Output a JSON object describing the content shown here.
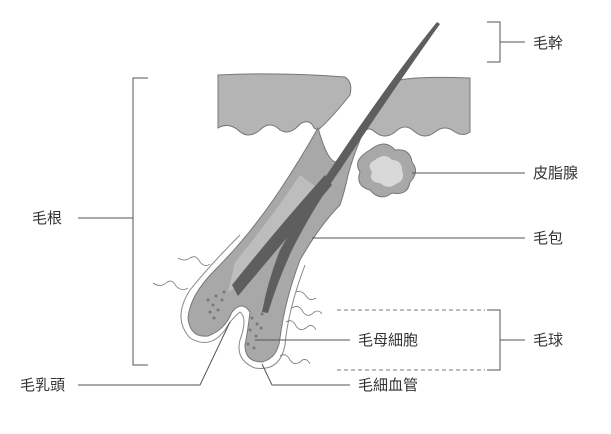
{
  "labels": {
    "hair_shaft": "毛幹",
    "sebaceous_gland": "皮脂腺",
    "hair_root": "毛根",
    "hair_follicle": "毛包",
    "hair_matrix_cells": "毛母細胞",
    "hair_bulb": "毛球",
    "dermal_papilla": "毛乳頭",
    "capillaries": "毛細血管"
  },
  "colors": {
    "skin": "#b4b4b4",
    "hair": "#5e5e5e",
    "follicle": "#9a9a9a",
    "gland": "#d8d8d8",
    "line": "#555555"
  }
}
